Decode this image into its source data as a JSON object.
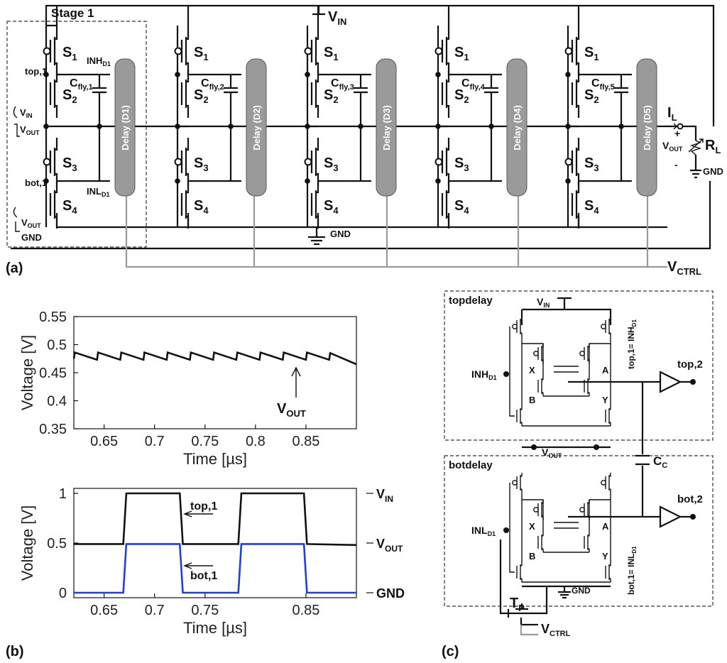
{
  "panel_a": {
    "panel_label": "(a)",
    "stage_label": "Stage 1",
    "vin": "V",
    "vin_sub": "IN",
    "gnd": "GND",
    "vctrl": "V",
    "vctrl_sub": "CTRL",
    "switch_labels": [
      "S",
      "S",
      "S",
      "S"
    ],
    "switch_subs": [
      "1",
      "2",
      "3",
      "4"
    ],
    "cfly_labels": [
      "fly,1",
      "fly,2",
      "fly,3",
      "fly,4",
      "fly,5"
    ],
    "delay_labels": [
      "Delay (D1)",
      "Delay (D2)",
      "Delay (D3)",
      "Delay (D4)",
      "Delay (D5)"
    ],
    "top_node": "top,1",
    "bot_node": "bot,1",
    "inh": "INH",
    "inh_sub": "D1",
    "inl": "INL",
    "inl_sub": "D1",
    "swing_top": [
      "V",
      "IN",
      "V",
      "OUT"
    ],
    "swing_bot": [
      "V",
      "OUT",
      "GND"
    ],
    "load": {
      "il": "I",
      "il_sub": "L",
      "plus": "+",
      "minus": "-",
      "vout": "V",
      "vout_sub": "OUT",
      "rl": "R",
      "rl_sub": "L",
      "gnd": "GND"
    }
  },
  "panel_b": {
    "panel_label": "(b)",
    "top_plot": {
      "ylabel": "Voltage [V]",
      "xlabel": "Time [µs]",
      "yticks": [
        "0.55",
        "0.5",
        "0.45",
        "0.4",
        "0.35"
      ],
      "xticks": [
        "0.65",
        "0.7",
        "0.75",
        "0.8",
        "0.85"
      ],
      "annotation": "V",
      "annotation_sub": "OUT"
    },
    "bottom_plot": {
      "ylabel": "Voltage [V]",
      "xlabel": "Time [µs]",
      "yticks": [
        "1",
        "0.5",
        "0"
      ],
      "xticks": [
        "0.65",
        "0.7",
        "0.75",
        "0.85"
      ],
      "right_labels": [
        [
          "V",
          "IN"
        ],
        [
          "V",
          "OUT"
        ],
        [
          "GND",
          ""
        ]
      ],
      "top_annotation": "top,1",
      "bot_annotation": "bot,1",
      "colors": {
        "top": "#111111",
        "bot": "#1f3fd6"
      }
    }
  },
  "panel_c": {
    "panel_label": "(c)",
    "topdelay": "topdelay",
    "botdelay": "botdelay",
    "vin": "V",
    "vin_sub": "IN",
    "vout": "V",
    "vout_sub": "OUT",
    "gnd": "GND",
    "inh": "INH",
    "inh_sub": "D1",
    "inl": "INL",
    "inl_sub": "D1",
    "x": "X",
    "a": "A",
    "b": "B",
    "y": "Y",
    "top_eq": "top,1= INH",
    "top_eq_sub": "D1",
    "bot_eq": "bot,1= INL",
    "bot_eq_sub": "D1",
    "top_out": "top,2",
    "bot_out": "bot,2",
    "cc": "C",
    "cc_sub": "C",
    "tp": "T",
    "tp_sub": "P",
    "vctrl": "V",
    "vctrl_sub": "CTRL"
  },
  "chart_data": [
    {
      "type": "line",
      "title": "",
      "xlabel": "Time [µs]",
      "ylabel": "Voltage [V]",
      "xlim": [
        0.62,
        0.9
      ],
      "ylim": [
        0.35,
        0.55
      ],
      "series": [
        {
          "name": "V_OUT",
          "x": [
            0.62,
            0.621,
            0.643,
            0.644,
            0.666,
            0.667,
            0.689,
            0.69,
            0.712,
            0.713,
            0.735,
            0.736,
            0.758,
            0.759,
            0.781,
            0.782,
            0.804,
            0.805,
            0.827,
            0.828,
            0.85,
            0.851,
            0.873,
            0.874,
            0.9
          ],
          "y": [
            0.475,
            0.486,
            0.473,
            0.486,
            0.473,
            0.486,
            0.473,
            0.486,
            0.473,
            0.486,
            0.473,
            0.486,
            0.473,
            0.486,
            0.473,
            0.486,
            0.473,
            0.486,
            0.473,
            0.486,
            0.473,
            0.486,
            0.473,
            0.485,
            0.465
          ]
        }
      ]
    },
    {
      "type": "line",
      "title": "",
      "xlabel": "Time [µs]",
      "ylabel": "Voltage [V]",
      "xlim": [
        0.62,
        0.9
      ],
      "ylim": [
        -0.05,
        1.05
      ],
      "series": [
        {
          "name": "top,1",
          "x": [
            0.62,
            0.669,
            0.672,
            0.725,
            0.728,
            0.783,
            0.786,
            0.848,
            0.851,
            0.9
          ],
          "y": [
            0.49,
            0.49,
            1.0,
            1.0,
            0.49,
            0.49,
            1.0,
            1.0,
            0.49,
            0.48
          ]
        },
        {
          "name": "bot,1",
          "x": [
            0.62,
            0.669,
            0.672,
            0.725,
            0.728,
            0.783,
            0.786,
            0.848,
            0.851,
            0.9
          ],
          "y": [
            0.0,
            0.0,
            0.49,
            0.49,
            0.0,
            0.0,
            0.49,
            0.49,
            0.0,
            0.0
          ]
        }
      ]
    }
  ]
}
